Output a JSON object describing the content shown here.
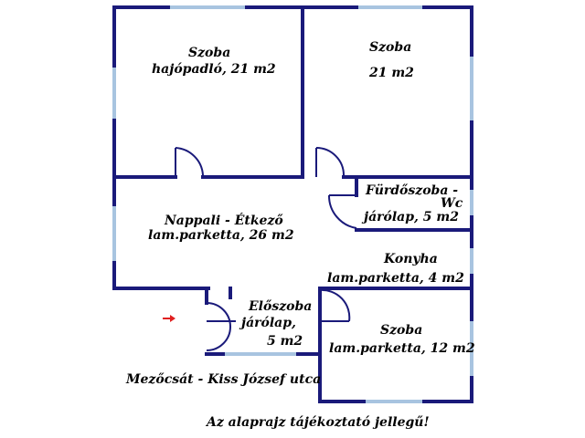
{
  "rooms": {
    "szoba1": {
      "name": "Szoba",
      "detail": "hajópadló, 21 m2"
    },
    "szoba2": {
      "name": "Szoba",
      "detail": "21 m2"
    },
    "furdo": {
      "name": "Fürdőszoba -",
      "name2": "Wc",
      "detail": "járólap, 5 m2"
    },
    "nappali": {
      "name": "Nappali - Étkező",
      "detail": "lam.parketta, 26 m2"
    },
    "konyha": {
      "name": "Konyha",
      "detail": "lam.parketta, 4 m2"
    },
    "eloszoba": {
      "name": "Előszoba",
      "detail": "járólap,",
      "detail2": "5 m2"
    },
    "szoba3": {
      "name": "Szoba",
      "detail": "lam.parketta, 12 m2"
    }
  },
  "address": "Mezőcsát - Kiss József utca",
  "disclaimer": "Az alaprajz tájékoztató jellegű!",
  "colors": {
    "wall": "#1a1a7a",
    "window": "#a8c4e0",
    "entrance_arrow": "#e02020"
  }
}
